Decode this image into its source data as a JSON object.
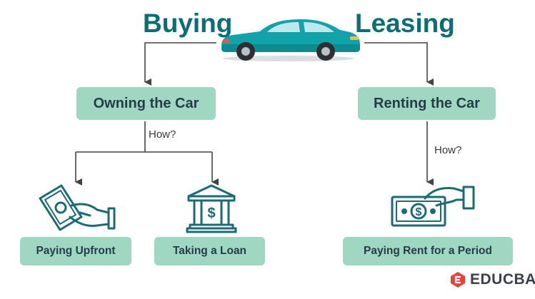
{
  "headings": {
    "left": "Buying",
    "right": "Leasing"
  },
  "boxes": {
    "owning": "Owning the Car",
    "renting": "Renting the Car",
    "upfront": "Paying Upfront",
    "loan": "Taking a Loan",
    "rent_period": "Paying Rent for a Period"
  },
  "questions": {
    "left": "How?",
    "right": "How?"
  },
  "brand": {
    "name": "EDUCBA"
  },
  "colors": {
    "heading": "#0b6e74",
    "box": "#9fd7c2",
    "box_text": "#263d48",
    "icon": "#1b6b75",
    "car": "#11a3a9",
    "brand_logo": "#e8403a",
    "connector": "#444444"
  },
  "icons": {
    "car": "car-icon",
    "cash_hand": "cash-hand-icon",
    "bank": "bank-icon",
    "money_hand": "money-hand-icon",
    "logo": "educba-logo-icon"
  }
}
